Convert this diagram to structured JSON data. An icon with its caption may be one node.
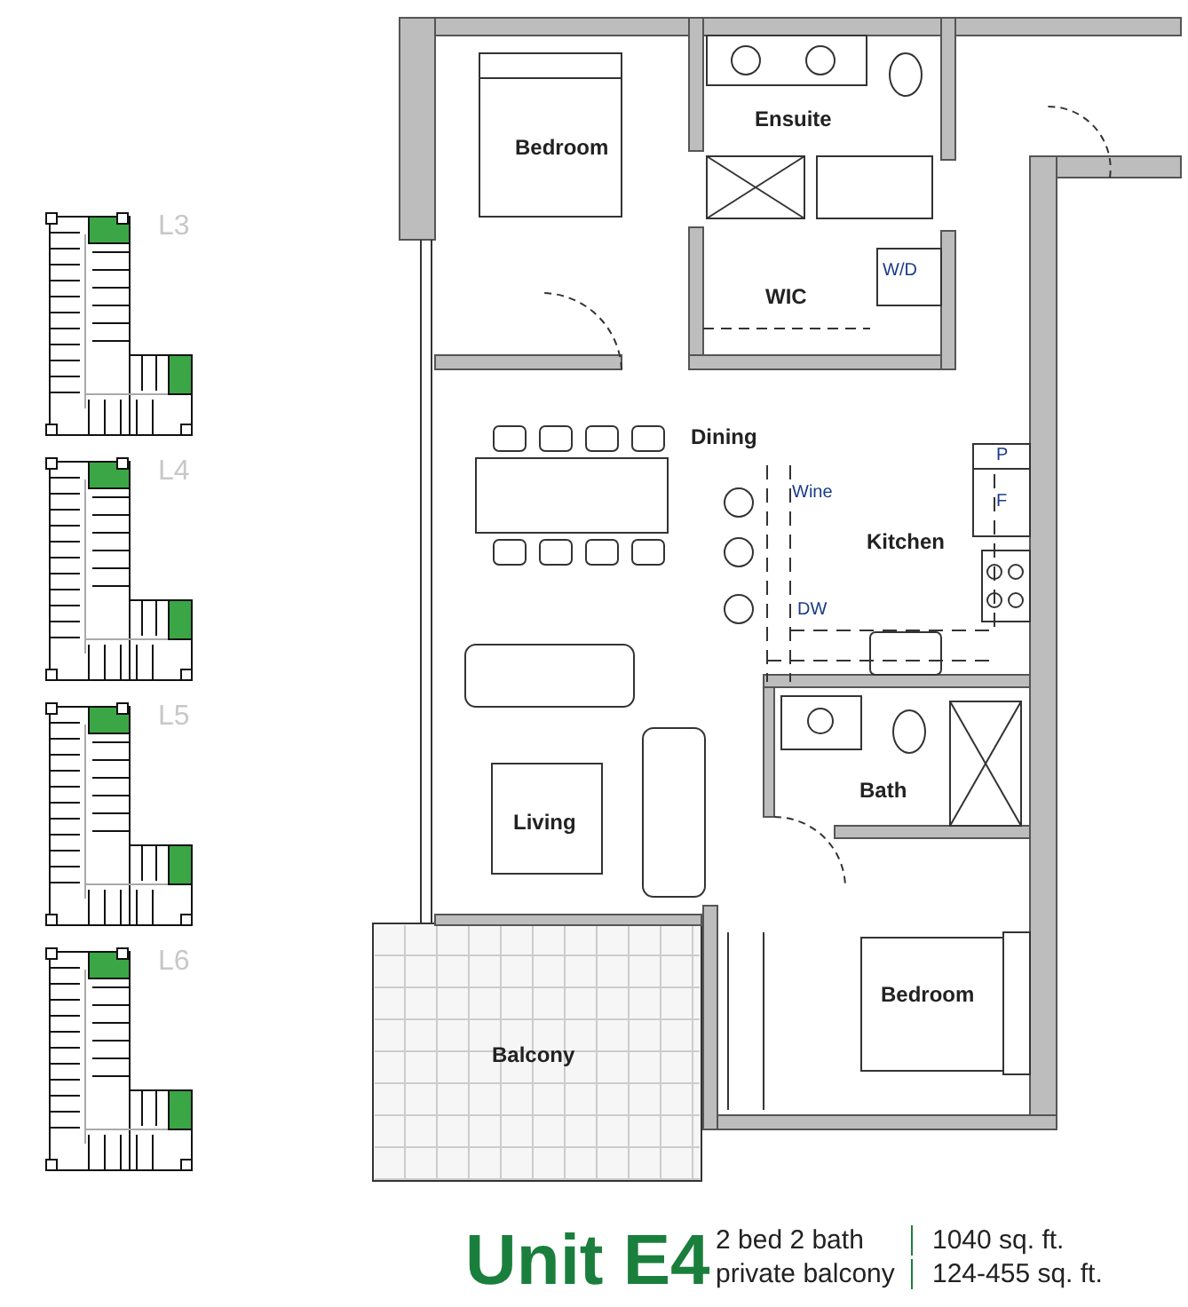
{
  "diagram": {
    "title": "Unit E4",
    "labels": [
      "L3",
      "L4",
      "L5",
      "L6",
      "Bedroom",
      "Ensuite",
      "WIC",
      "W/D",
      "Dining",
      "Wine",
      "Kitchen",
      "P",
      "F",
      "DW",
      "Bath",
      "Living",
      "Bedroom",
      "Balcony",
      "2 bed 2 bath",
      "1040 sq. ft.",
      "private balcony",
      "124-455 sq. ft."
    ]
  }
}
